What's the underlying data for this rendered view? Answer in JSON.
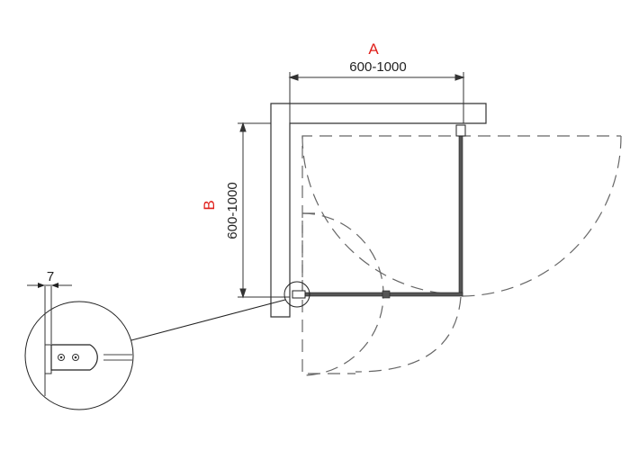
{
  "dimensions": {
    "a_label": "A",
    "a_value": "600-1000",
    "b_label": "B",
    "b_value": "600-1000",
    "detail_gap": "7"
  },
  "colors": {
    "label_red": "#e0201b",
    "line": "#333333",
    "dash": "#666666"
  }
}
